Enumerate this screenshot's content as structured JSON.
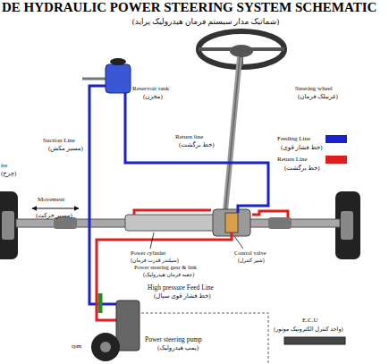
{
  "diagram": {
    "title": "DE HYDRAULIC POWER STEERING SYSTEM SCHEMATIC",
    "labels": [
      "(شماتیک مدار سیستم فرمان هیدرولیک پراید)",
      "Reservoir tank",
      "(مخزن)",
      "Steering wheel",
      "(غربیلک فرمان)",
      "Suction Line",
      "(مسیر مکش)",
      "Return line",
      "(خط برگشت)",
      "ire",
      "(چرخ)",
      "Movement",
      "(مسیر حرکت)",
      "Power cylinder",
      "(سیلندر قدرت فرمان)",
      "Control valve",
      "(شیر کنترل)",
      "Power steering gear & link",
      "(جعبه فرمان هیدرولیک)",
      "High pressure Feed Line",
      "(خط فشار قوی سیال)",
      "E.C.U",
      "(واحد کنترل الکترونیک موتور)",
      "Power steering pump",
      "(پمپ هیدرولیک)",
      "rpm",
      "(خط فشار قوی)",
      "(خط برگشت)"
    ],
    "legend": [
      {
        "text": "Feeding Line",
        "color": "#1a22cc"
      },
      {
        "text": "Return Line",
        "color": "#dd1f1f"
      }
    ]
  }
}
